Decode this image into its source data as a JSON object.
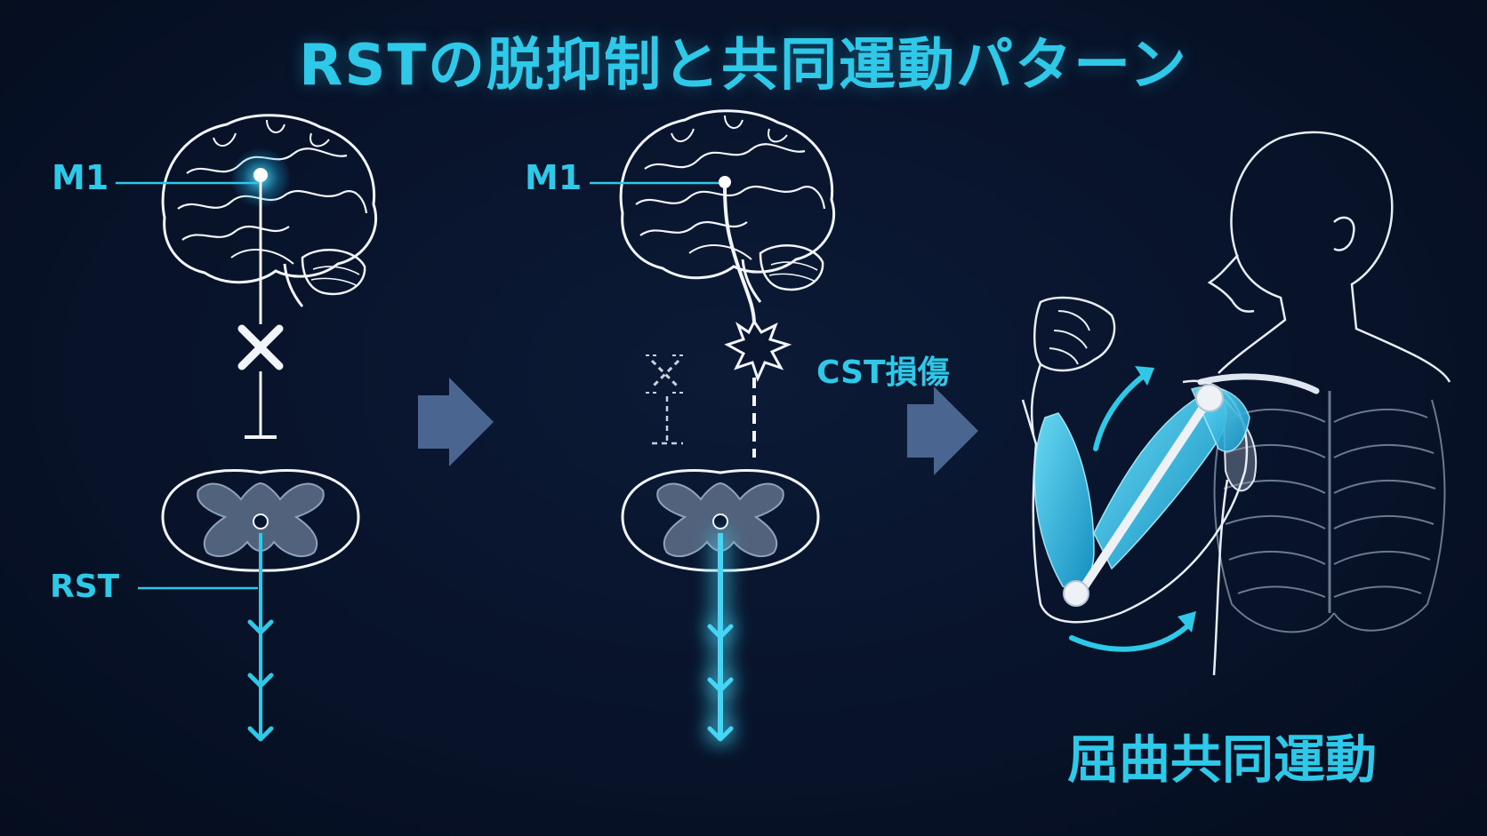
{
  "title": "RSTの脱抑制と共同運動パターン",
  "panel_normal": {
    "cortex_label": "M1",
    "tract_label": "RST"
  },
  "panel_lesion": {
    "cortex_label": "M1",
    "lesion_label": "CST損傷"
  },
  "panel_result": {
    "pattern_label": "屈曲共同運動"
  },
  "colors": {
    "accent": "#2ec8e8",
    "background": "#08132a",
    "line": "#ffffff",
    "arrow": "#4a6690"
  }
}
